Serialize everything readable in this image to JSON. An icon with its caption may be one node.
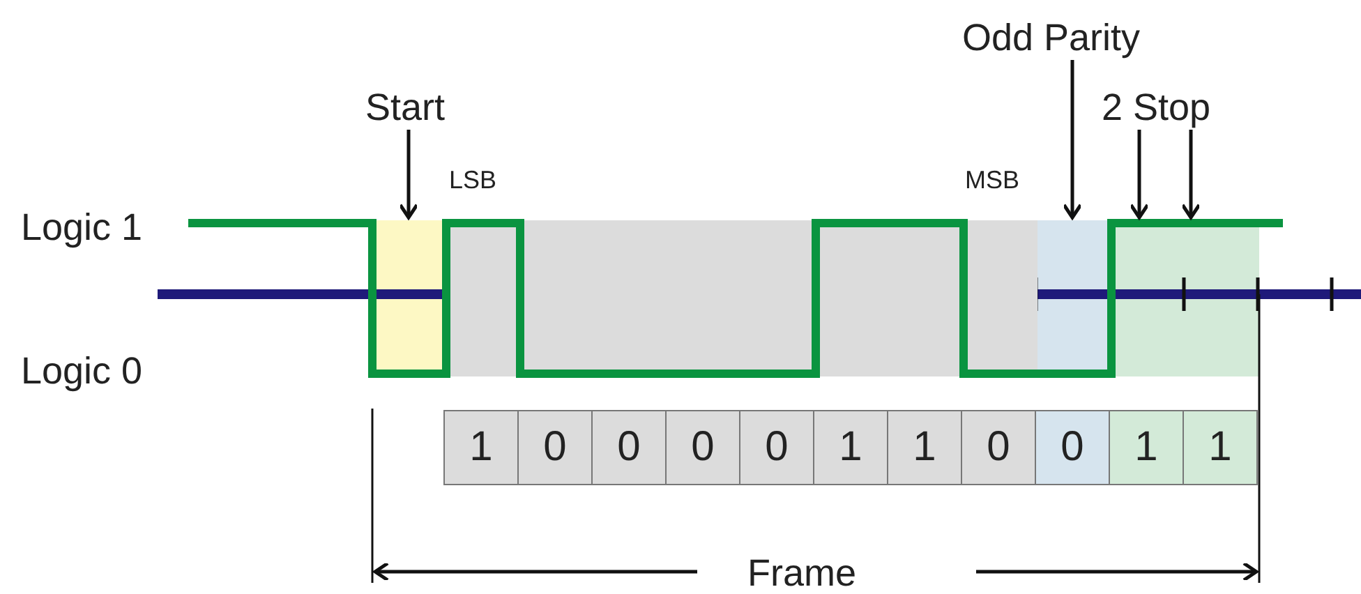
{
  "diagram": {
    "nodes": [
      {
        "text": [
          "Start"
        ]
      },
      {
        "text": [],
        "shape": "box"
      },
      {
        "text": [
          "Odd Parity"
        ]
      },
      {
        "text": [],
        "shape": "box"
      },
      {
        "text": [
          "2 Stop"
        ]
      },
      {
        "text": [],
        "shape": "box"
      }
    ],
    "edges": [
      {
        "from": 0,
        "to": 1,
        "arrow": "to"
      },
      {
        "from": 2,
        "to": 3,
        "arrow": "to"
      },
      {
        "from": 4,
        "to": 5,
        "arrow": "to"
      },
      {
        "from": 4,
        "to": 5,
        "arrow": "to"
      }
    ],
    "labels": [
      "LSB",
      "MSB",
      "Logic 1",
      "Logic 0",
      "1",
      "0",
      "0",
      "0",
      "0",
      "1",
      "1",
      "0",
      "0",
      "1",
      "1",
      "Frame"
    ]
  }
}
